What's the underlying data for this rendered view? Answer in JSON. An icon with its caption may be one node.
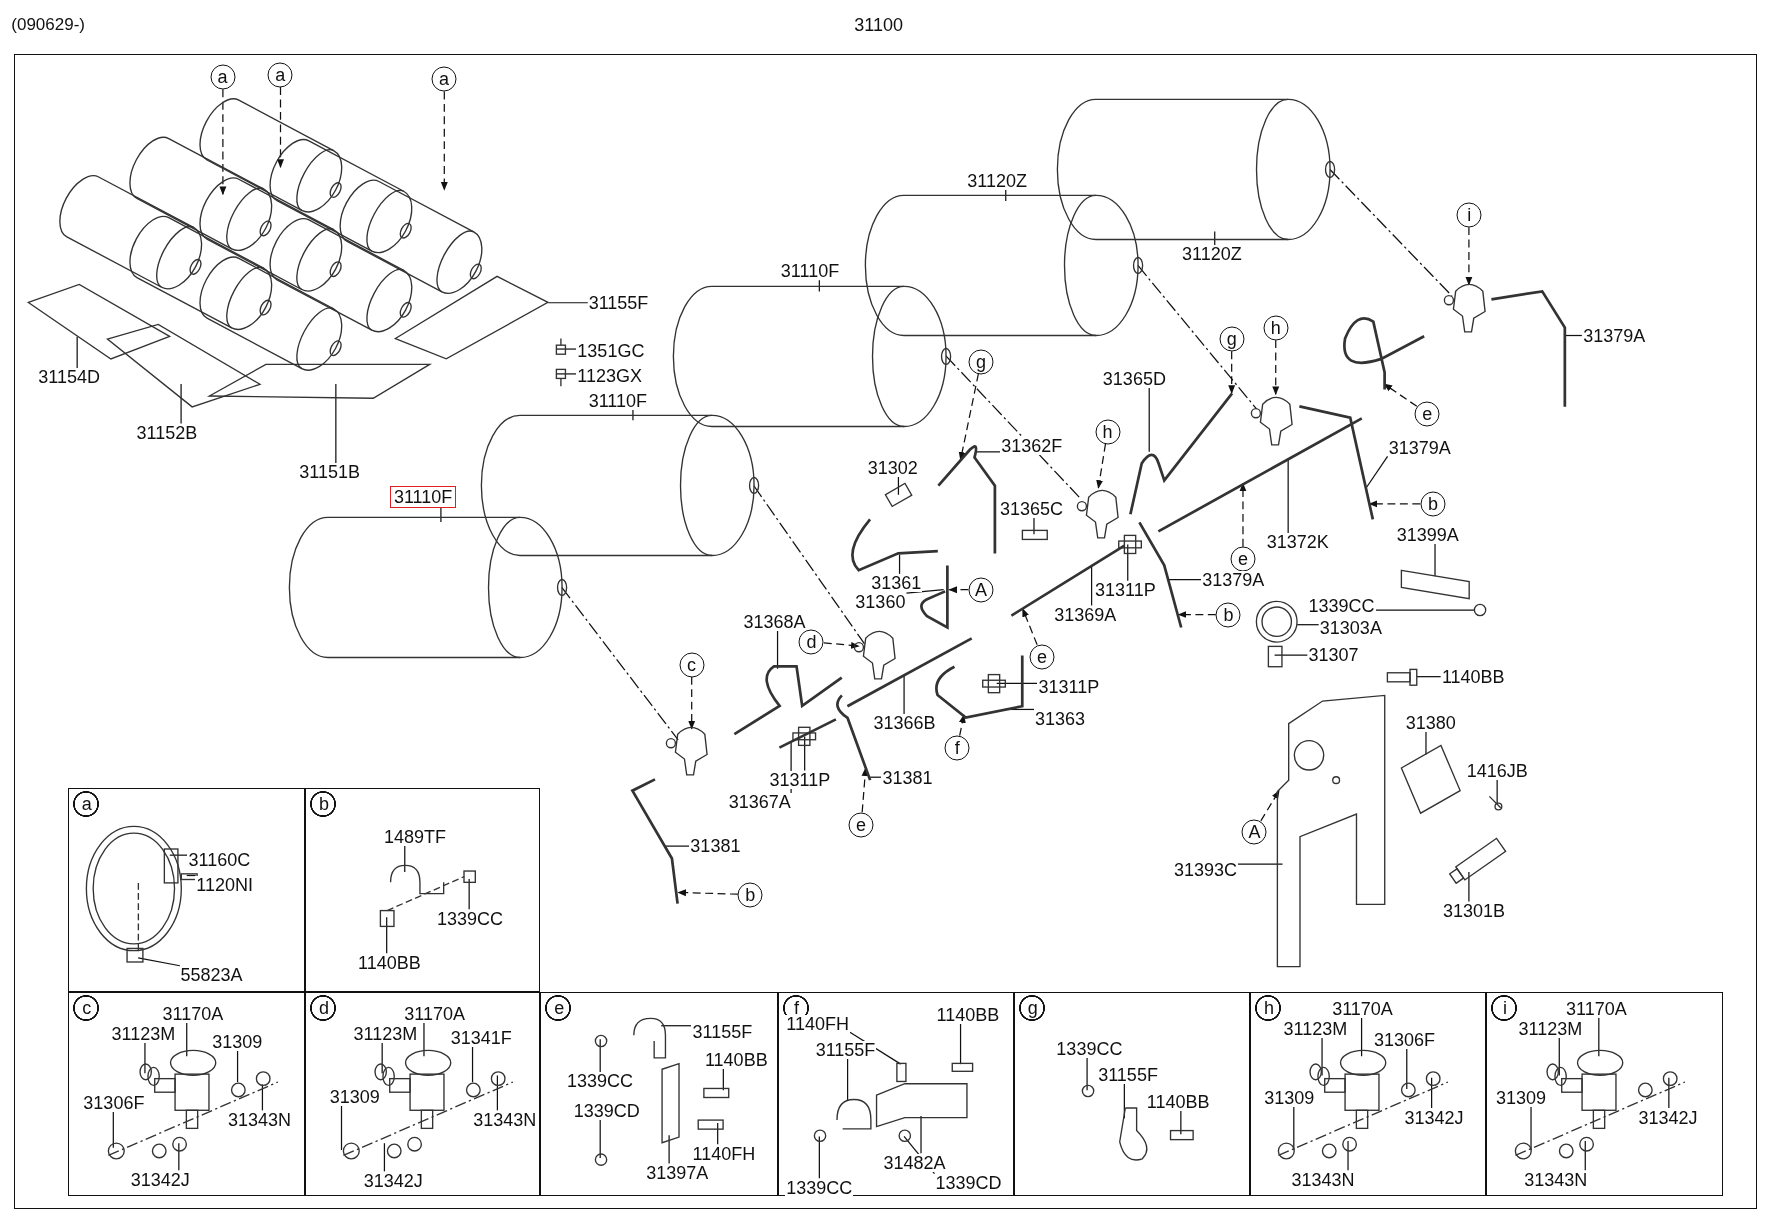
{
  "diagram": {
    "nodes": [
      {
        "text": [
          "31100"
        ]
      },
      {
        "text": [
          "a"
        ],
        "in": 0
      },
      {
        "text": [
          "a"
        ],
        "in": 0
      },
      {
        "text": [
          "a"
        ],
        "in": 0
      },
      {
        "text": [
          "31155F"
        ],
        "in": 0
      },
      {
        "text": [
          "1351GC"
        ],
        "in": 0
      },
      {
        "text": [
          "1123GX"
        ],
        "in": 0
      },
      {
        "text": [
          "31154D"
        ],
        "in": 0
      },
      {
        "text": [
          "31152B"
        ],
        "in": 0
      },
      {
        "text": [
          "31151B"
        ],
        "in": 0
      },
      {
        "text": [
          "31110F"
        ],
        "in": 0
      },
      {
        "text": [
          "31110F"
        ],
        "in": 0
      },
      {
        "text": [
          "31110F"
        ],
        "in": 0
      },
      {
        "text": [
          "31120Z"
        ],
        "in": 0
      },
      {
        "text": [
          "31120Z"
        ],
        "in": 0
      },
      {
        "text": [
          "i"
        ],
        "in": 0
      },
      {
        "text": [
          "31379A"
        ],
        "in": 0
      },
      {
        "text": [
          "h"
        ],
        "in": 0
      },
      {
        "text": [
          "g"
        ],
        "in": 0
      },
      {
        "text": [
          "31365D"
        ],
        "in": 0
      },
      {
        "text": [
          "e"
        ],
        "in": 0
      },
      {
        "text": [
          "31379A"
        ],
        "in": 0
      },
      {
        "text": [
          "31372K"
        ],
        "in": 0
      },
      {
        "text": [
          "b"
        ],
        "in": 0
      },
      {
        "text": [
          "e"
        ],
        "in": 0
      },
      {
        "text": [
          "31399A"
        ],
        "in": 0
      },
      {
        "text": [
          "g"
        ],
        "in": 0
      },
      {
        "text": [
          "31362F"
        ],
        "in": 0
      },
      {
        "text": [
          "31302"
        ],
        "in": 0
      },
      {
        "text": [
          "h"
        ],
        "in": 0
      },
      {
        "text": [
          "31365C"
        ],
        "in": 0
      },
      {
        "text": [
          "A"
        ],
        "in": 0
      },
      {
        "text": [
          "31361"
        ],
        "in": 0
      },
      {
        "text": [
          "31360"
        ],
        "in": 0
      },
      {
        "text": [
          "31311P"
        ],
        "in": 0
      },
      {
        "text": [
          "31379A"
        ],
        "in": 0
      },
      {
        "text": [
          "31369A"
        ],
        "in": 0
      },
      {
        "text": [
          "b"
        ],
        "in": 0
      },
      {
        "text": [
          "1339CC"
        ],
        "in": 0
      },
      {
        "text": [
          "31303A"
        ],
        "in": 0
      },
      {
        "text": [
          "31307"
        ],
        "in": 0
      },
      {
        "text": [
          "31368A"
        ],
        "in": 0
      },
      {
        "text": [
          "d"
        ],
        "in": 0
      },
      {
        "text": [
          "e"
        ],
        "in": 0
      },
      {
        "text": [
          "1140BB"
        ],
        "in": 0
      },
      {
        "text": [
          "31311P"
        ],
        "in": 0
      },
      {
        "text": [
          "31366B"
        ],
        "in": 0
      },
      {
        "text": [
          "31363"
        ],
        "in": 0
      },
      {
        "text": [
          "31380"
        ],
        "in": 0
      },
      {
        "text": [
          "f"
        ],
        "in": 0
      },
      {
        "text": [
          "1416JB"
        ],
        "in": 0
      },
      {
        "text": [
          "c"
        ],
        "in": 0
      },
      {
        "text": [
          "31381"
        ],
        "in": 0
      },
      {
        "text": [
          "31311P"
        ],
        "in": 0
      },
      {
        "text": [
          "31367A"
        ],
        "in": 0
      },
      {
        "text": [
          "e"
        ],
        "in": 0
      },
      {
        "text": [
          "A"
        ],
        "in": 0
      },
      {
        "text": [
          "31393C"
        ],
        "in": 0
      },
      {
        "text": [
          "31301B"
        ],
        "in": 0
      },
      {
        "text": [
          "31381"
        ],
        "in": 0
      },
      {
        "text": [
          "b"
        ],
        "in": 0
      },
      {
        "text": [
          "a"
        ],
        "in": 0
      },
      {
        "text": [
          "31160C"
        ],
        "in": 61
      },
      {
        "text": [
          "1120NI"
        ],
        "in": 61
      },
      {
        "text": [
          "55823A"
        ],
        "in": 61
      },
      {
        "text": [
          "b"
        ],
        "in": 0
      },
      {
        "text": [
          "1489TF"
        ],
        "in": 65
      },
      {
        "text": [
          "1339CC"
        ],
        "in": 65
      },
      {
        "text": [
          "1140BB"
        ],
        "in": 65
      },
      {
        "text": [
          "c"
        ],
        "in": 0
      },
      {
        "text": [
          "31170A"
        ],
        "in": 69
      },
      {
        "text": [
          "31123M"
        ],
        "in": 69
      },
      {
        "text": [
          "31309"
        ],
        "in": 69
      },
      {
        "text": [
          "31306F"
        ],
        "in": 69
      },
      {
        "text": [
          "31343N"
        ],
        "in": 69
      },
      {
        "text": [
          "31342J"
        ],
        "in": 69
      },
      {
        "text": [
          "d"
        ],
        "in": 0
      },
      {
        "text": [
          "31170A"
        ],
        "in": 76
      },
      {
        "text": [
          "31123M"
        ],
        "in": 76
      },
      {
        "text": [
          "31341F"
        ],
        "in": 76
      },
      {
        "text": [
          "31309"
        ],
        "in": 76
      },
      {
        "text": [
          "31343N"
        ],
        "in": 76
      },
      {
        "text": [
          "31342J"
        ],
        "in": 76
      },
      {
        "text": [
          "e"
        ],
        "in": 0
      },
      {
        "text": [
          "31155F"
        ],
        "in": 83
      },
      {
        "text": [
          "1140BB"
        ],
        "in": 83
      },
      {
        "text": [
          "1339CC"
        ],
        "in": 83
      },
      {
        "text": [
          "1339CD"
        ],
        "in": 83
      },
      {
        "text": [
          "1140FH"
        ],
        "in": 83
      },
      {
        "text": [
          "31397A"
        ],
        "in": 83
      },
      {
        "text": [
          "f"
        ],
        "in": 0
      },
      {
        "text": [
          "1140FH"
        ],
        "in": 90
      },
      {
        "text": [
          "31155F"
        ],
        "in": 90
      },
      {
        "text": [
          "1140BB"
        ],
        "in": 90
      },
      {
        "text": [
          "31482A"
        ],
        "in": 90
      },
      {
        "text": [
          "1339CD"
        ],
        "in": 90
      },
      {
        "text": [
          "1339CC"
        ],
        "in": 90
      },
      {
        "text": [
          "g"
        ],
        "in": 0
      },
      {
        "text": [
          "1339CC"
        ],
        "in": 97
      },
      {
        "text": [
          "31155F"
        ],
        "in": 97
      },
      {
        "text": [
          "1140BB"
        ],
        "in": 97
      },
      {
        "text": [
          "h"
        ],
        "in": 0
      },
      {
        "text": [
          "31170A"
        ],
        "in": 101
      },
      {
        "text": [
          "31123M"
        ],
        "in": 101
      },
      {
        "text": [
          "31306F"
        ],
        "in": 101
      },
      {
        "text": [
          "31309"
        ],
        "in": 101
      },
      {
        "text": [
          "31342J"
        ],
        "in": 101
      },
      {
        "text": [
          "31343N"
        ],
        "in": 101
      },
      {
        "text": [
          "i"
        ],
        "in": 0
      },
      {
        "text": [
          "31170A"
        ],
        "in": 108
      },
      {
        "text": [
          "31123M"
        ],
        "in": 108
      },
      {
        "text": [
          "31309"
        ],
        "in": 108
      },
      {
        "text": [
          "31342J"
        ],
        "in": 108
      },
      {
        "text": [
          "31343N"
        ],
        "in": 108
      },
      {
        "text": [],
        "shape": "picture",
        "in": 0
      },
      {
        "text": [],
        "shape": "cylinder",
        "in": 0
      },
      {
        "text": [],
        "shape": "cylinder",
        "in": 0
      },
      {
        "text": [],
        "shape": "cylinder",
        "in": 0
      },
      {
        "text": [],
        "shape": "cylinder",
        "in": 0
      },
      {
        "text": [],
        "shape": "cylinder",
        "in": 0
      },
      {
        "text": [],
        "shape": "picture",
        "in": 0
      },
      {
        "text": [],
        "shape": "picture",
        "in": 0
      },
      {
        "text": [],
        "shape": "picture",
        "in": 0
      },
      {
        "text": [],
        "shape": "picture",
        "in": 0
      },
      {
        "text": [],
        "shape": "picture",
        "in": 0
      },
      {
        "text": [],
        "shape": "picture",
        "in": 0
      },
      {
        "text": [],
        "shape": "circle",
        "in": 0
      },
      {
        "text": [],
        "shape": "box",
        "in": 0
      },
      {
        "text": [],
        "shape": "box",
        "in": 0
      },
      {
        "text": [],
        "shape": "box",
        "in": 0
      },
      {
        "text": [],
        "shape": "picture",
        "in": 0
      },
      {
        "text": [],
        "shape": "picture",
        "in": 0
      },
      {
        "text": [],
        "shape": "picture",
        "in": 0
      },
      {
        "text": [],
        "shape": "picture",
        "in": 0
      },
      {
        "text": [],
        "shape": "picture",
        "in": 0
      },
      {
        "text": [],
        "shape": "picture",
        "in": 0
      },
      {
        "text": [],
        "shape": "picture",
        "in": 0
      },
      {
        "text": [],
        "shape": "picture",
        "in": 0
      },
      {
        "text": [],
        "shape": "picture",
        "in": 0
      },
      {
        "text": [],
        "shape": "picture",
        "in": 0
      },
      {
        "text": [],
        "shape": "picture",
        "in": 0
      },
      {
        "text": [],
        "shape": "picture",
        "in": 0
      },
      {
        "text": [],
        "shape": "picture",
        "in": 0
      },
      {
        "text": [],
        "shape": "picture",
        "in": 0
      },
      {
        "text": [],
        "shape": "picture",
        "in": 0
      },
      {
        "text": [],
        "shape": "picture",
        "in": 0
      },
      {
        "text": [],
        "shape": "picture",
        "in": 0
      },
      {
        "text": [],
        "shape": "picture",
        "in": 0
      },
      {
        "text": [],
        "shape": "box",
        "in": 0
      },
      {
        "text": [],
        "shape": "box",
        "in": 0
      },
      {
        "text": [],
        "shape": "picture",
        "in": 0
      },
      {
        "text": [],
        "shape": "picture",
        "in": 0
      },
      {
        "text": [],
        "shape": "picture",
        "in": 0
      },
      {
        "text": [],
        "shape": "picture",
        "in": 0
      },
      {
        "text": [],
        "shape": "circle",
        "in": 0
      },
      {
        "text": [],
        "shape": "picture",
        "in": 61
      },
      {
        "text": [],
        "shape": "picture",
        "in": 65
      },
      {
        "text": [],
        "shape": "picture",
        "in": 69
      },
      {
        "text": [],
        "shape": "picture",
        "in": 76
      },
      {
        "text": [],
        "shape": "picture",
        "in": 83
      },
      {
        "text": [],
        "shape": "picture",
        "in": 90
      },
      {
        "text": [],
        "shape": "picture",
        "in": 97
      },
      {
        "text": [],
        "shape": "picture",
        "in": 101
      },
      {
        "text": [],
        "shape": "picture",
        "in": 108
      },
      {
        "text": [],
        "shape": "picture",
        "in": 0
      },
      {
        "text": [],
        "shape": "picture",
        "in": 0
      },
      {
        "text": [],
        "shape": "picture",
        "in": 0
      }
    ],
    "edges": [
      {
        "from": 1,
        "to": 114,
        "arrow": "to",
        "style": "dashed"
      },
      {
        "from": 2,
        "to": 114,
        "arrow": "to",
        "style": "dashed"
      },
      {
        "from": 3,
        "to": 114,
        "arrow": "to",
        "style": "dashed"
      },
      {
        "from": 4,
        "to": 164,
        "arrow": "none"
      },
      {
        "from": 5,
        "to": 165,
        "arrow": "none"
      },
      {
        "from": 6,
        "to": 166,
        "arrow": "none"
      },
      {
        "from": 7,
        "to": 150,
        "arrow": "none"
      },
      {
        "from": 8,
        "to": 151,
        "arrow": "none"
      },
      {
        "from": 9,
        "to": 152,
        "arrow": "none"
      },
      {
        "from": 10,
        "to": 115,
        "arrow": "none"
      },
      {
        "from": 11,
        "to": 116,
        "arrow": "none"
      },
      {
        "from": 12,
        "to": 117,
        "arrow": "none"
      },
      {
        "from": 13,
        "to": 118,
        "arrow": "none"
      },
      {
        "from": 14,
        "to": 119,
        "arrow": "none"
      },
      {
        "from": 15,
        "to": 124,
        "arrow": "to",
        "style": "dashed"
      },
      {
        "from": 16,
        "to": 132,
        "arrow": "none"
      },
      {
        "from": 17,
        "to": 123,
        "arrow": "to",
        "style": "dashed"
      },
      {
        "from": 18,
        "to": 136,
        "arrow": "to",
        "style": "dashed"
      },
      {
        "from": 19,
        "to": 136,
        "arrow": "none"
      },
      {
        "from": 20,
        "to": 133,
        "arrow": "to",
        "style": "dashed"
      },
      {
        "from": 21,
        "to": 135,
        "arrow": "none"
      },
      {
        "from": 22,
        "to": 134,
        "arrow": "none"
      },
      {
        "from": 23,
        "to": 135,
        "arrow": "to",
        "style": "dashed"
      },
      {
        "from": 24,
        "to": 134,
        "arrow": "to",
        "style": "dashed"
      },
      {
        "from": 25,
        "to": 128,
        "arrow": "none"
      },
      {
        "from": 26,
        "to": 137,
        "arrow": "to",
        "style": "dashed"
      },
      {
        "from": 27,
        "to": 137,
        "arrow": "none"
      },
      {
        "from": 28,
        "to": 148,
        "arrow": "none"
      },
      {
        "from": 29,
        "to": 122,
        "arrow": "to",
        "style": "dashed"
      },
      {
        "from": 30,
        "to": 149,
        "arrow": "none"
      },
      {
        "from": 31,
        "to": 141,
        "arrow": "to",
        "style": "dashed"
      },
      {
        "from": 32,
        "to": 140,
        "arrow": "none"
      },
      {
        "from": 33,
        "to": 141,
        "arrow": "none"
      },
      {
        "from": 34,
        "to": 138,
        "arrow": "none"
      },
      {
        "from": 35,
        "to": 139,
        "arrow": "none"
      },
      {
        "from": 36,
        "to": 138,
        "arrow": "none"
      },
      {
        "from": 37,
        "to": 139,
        "arrow": "to",
        "style": "dashed"
      },
      {
        "from": 38,
        "to": 154,
        "arrow": "none"
      },
      {
        "from": 39,
        "to": 126,
        "arrow": "none"
      },
      {
        "from": 40,
        "to": 127,
        "arrow": "none"
      },
      {
        "from": 41,
        "to": 142,
        "arrow": "none"
      },
      {
        "from": 42,
        "to": 121,
        "arrow": "to",
        "style": "dashed"
      },
      {
        "from": 43,
        "to": 138,
        "arrow": "to",
        "style": "dashed"
      },
      {
        "from": 44,
        "to": 131,
        "arrow": "none"
      },
      {
        "from": 45,
        "to": 144,
        "arrow": "none"
      },
      {
        "from": 46,
        "to": 143,
        "arrow": "none"
      },
      {
        "from": 47,
        "to": 144,
        "arrow": "none"
      },
      {
        "from": 48,
        "to": 129,
        "arrow": "none"
      },
      {
        "from": 49,
        "to": 144,
        "arrow": "to",
        "style": "dashed"
      },
      {
        "from": 50,
        "to": 153,
        "arrow": "none"
      },
      {
        "from": 51,
        "to": 120,
        "arrow": "to",
        "style": "dashed"
      },
      {
        "from": 52,
        "to": 145,
        "arrow": "none"
      },
      {
        "from": 53,
        "to": 147,
        "arrow": "none"
      },
      {
        "from": 54,
        "to": 147,
        "arrow": "none"
      },
      {
        "from": 55,
        "to": 145,
        "arrow": "to",
        "style": "dashed"
      },
      {
        "from": 56,
        "to": 125,
        "arrow": "to",
        "style": "dashed"
      },
      {
        "from": 57,
        "to": 125,
        "arrow": "none"
      },
      {
        "from": 58,
        "to": 130,
        "arrow": "none"
      },
      {
        "from": 59,
        "to": 146,
        "arrow": "none"
      },
      {
        "from": 60,
        "to": 146,
        "arrow": "to",
        "style": "dashed"
      },
      {
        "from": 62,
        "to": 155,
        "arrow": "none"
      },
      {
        "from": 63,
        "to": 155,
        "arrow": "none"
      },
      {
        "from": 64,
        "to": 155,
        "arrow": "none"
      },
      {
        "from": 66,
        "to": 156,
        "arrow": "none"
      },
      {
        "from": 67,
        "to": 156,
        "arrow": "none"
      },
      {
        "from": 68,
        "to": 156,
        "arrow": "none"
      },
      {
        "from": 70,
        "to": 157,
        "arrow": "none"
      },
      {
        "from": 71,
        "to": 157,
        "arrow": "none"
      },
      {
        "from": 72,
        "to": 157,
        "arrow": "none"
      },
      {
        "from": 73,
        "to": 157,
        "arrow": "none"
      },
      {
        "from": 74,
        "to": 157,
        "arrow": "none"
      },
      {
        "from": 75,
        "to": 157,
        "arrow": "none"
      },
      {
        "from": 77,
        "to": 158,
        "arrow": "none"
      },
      {
        "from": 78,
        "to": 158,
        "arrow": "none"
      },
      {
        "from": 79,
        "to": 158,
        "arrow": "none"
      },
      {
        "from": 80,
        "to": 158,
        "arrow": "none"
      },
      {
        "from": 81,
        "to": 158,
        "arrow": "none"
      },
      {
        "from": 82,
        "to": 158,
        "arrow": "none"
      },
      {
        "from": 84,
        "to": 159,
        "arrow": "none"
      },
      {
        "from": 85,
        "to": 159,
        "arrow": "none"
      },
      {
        "from": 86,
        "to": 159,
        "arrow": "none"
      },
      {
        "from": 87,
        "to": 159,
        "arrow": "none"
      },
      {
        "from": 88,
        "to": 159,
        "arrow": "none"
      },
      {
        "from": 89,
        "to": 159,
        "arrow": "none"
      },
      {
        "from": 91,
        "to": 160,
        "arrow": "none"
      },
      {
        "from": 92,
        "to": 160,
        "arrow": "none"
      },
      {
        "from": 93,
        "to": 160,
        "arrow": "none"
      },
      {
        "from": 94,
        "to": 160,
        "arrow": "none"
      },
      {
        "from": 95,
        "to": 160,
        "arrow": "none"
      },
      {
        "from": 96,
        "to": 160,
        "arrow": "none"
      },
      {
        "from": 98,
        "to": 161,
        "arrow": "none"
      },
      {
        "from": 99,
        "to": 161,
        "arrow": "none"
      },
      {
        "from": 100,
        "to": 161,
        "arrow": "none"
      },
      {
        "from": 102,
        "to": 162,
        "arrow": "none"
      },
      {
        "from": 103,
        "to": 162,
        "arrow": "none"
      },
      {
        "from": 104,
        "to": 162,
        "arrow": "none"
      },
      {
        "from": 105,
        "to": 162,
        "arrow": "none"
      },
      {
        "from": 106,
        "to": 162,
        "arrow": "none"
      },
      {
        "from": 107,
        "to": 162,
        "arrow": "none"
      },
      {
        "from": 109,
        "to": 163,
        "arrow": "none"
      },
      {
        "from": 110,
        "to": 163,
        "arrow": "none"
      },
      {
        "from": 111,
        "to": 163,
        "arrow": "none"
      },
      {
        "from": 112,
        "to": 163,
        "arrow": "none"
      },
      {
        "from": 113,
        "to": 163,
        "arrow": "none"
      },
      {
        "from": 115,
        "to": 120,
        "arrow": "none",
        "style": "dashed"
      },
      {
        "from": 116,
        "to": 121,
        "arrow": "none",
        "style": "dashed"
      },
      {
        "from": 117,
        "to": 122,
        "arrow": "none",
        "style": "dashed"
      },
      {
        "from": 118,
        "to": 123,
        "arrow": "none",
        "style": "dashed"
      },
      {
        "from": 119,
        "to": 124,
        "arrow": "none",
        "style": "dashed"
      }
    ],
    "labels": [
      "(090629-)"
    ]
  }
}
